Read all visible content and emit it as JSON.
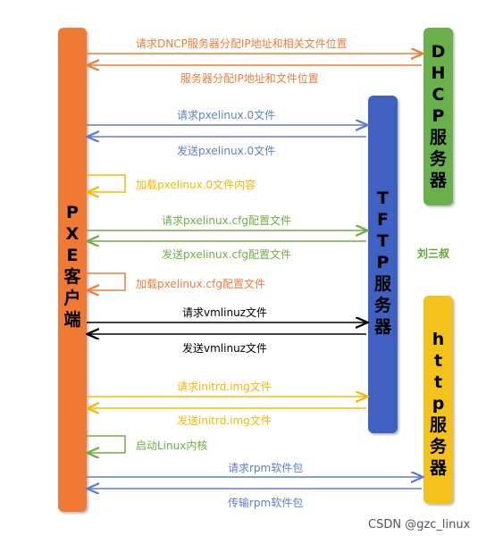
{
  "actors": {
    "pxe": "PXE客户端",
    "dhcp": "DHCP服务器",
    "tftp": "TFTP服务器",
    "http": "http服务器"
  },
  "messages": [
    "请求DNCP服务器分配IP地址和相关文件位置",
    "服务器分配IP地址和文件位置",
    "请求pxelinux.0文件",
    "发送pxelinux.0文件",
    "加载pxelinux.0文件内容",
    "请求pxelinux.cfg配置文件",
    "发送pxelinux.cfg配置文件",
    "加载pxelinux.cfg配置文件",
    "请求vmlinuz文件",
    "发送vmlinuz文件",
    "请求initrd.img文件",
    "发送initrd.img文件",
    "启动Linux内核",
    "请求rpm软件包",
    "传输rpm软件包"
  ],
  "author": "刘三叔",
  "watermark": "CSDN @gzc_linux",
  "colors": {
    "pxe": "#f07a35",
    "dhcp": "#6ab04c",
    "tftp": "#4a72c8",
    "http": "#f5c320",
    "blue": "#5b7fd0",
    "orange": "#ee7d3b",
    "yellow": "#f5b800",
    "green": "#70ad47",
    "black": "#000000"
  }
}
